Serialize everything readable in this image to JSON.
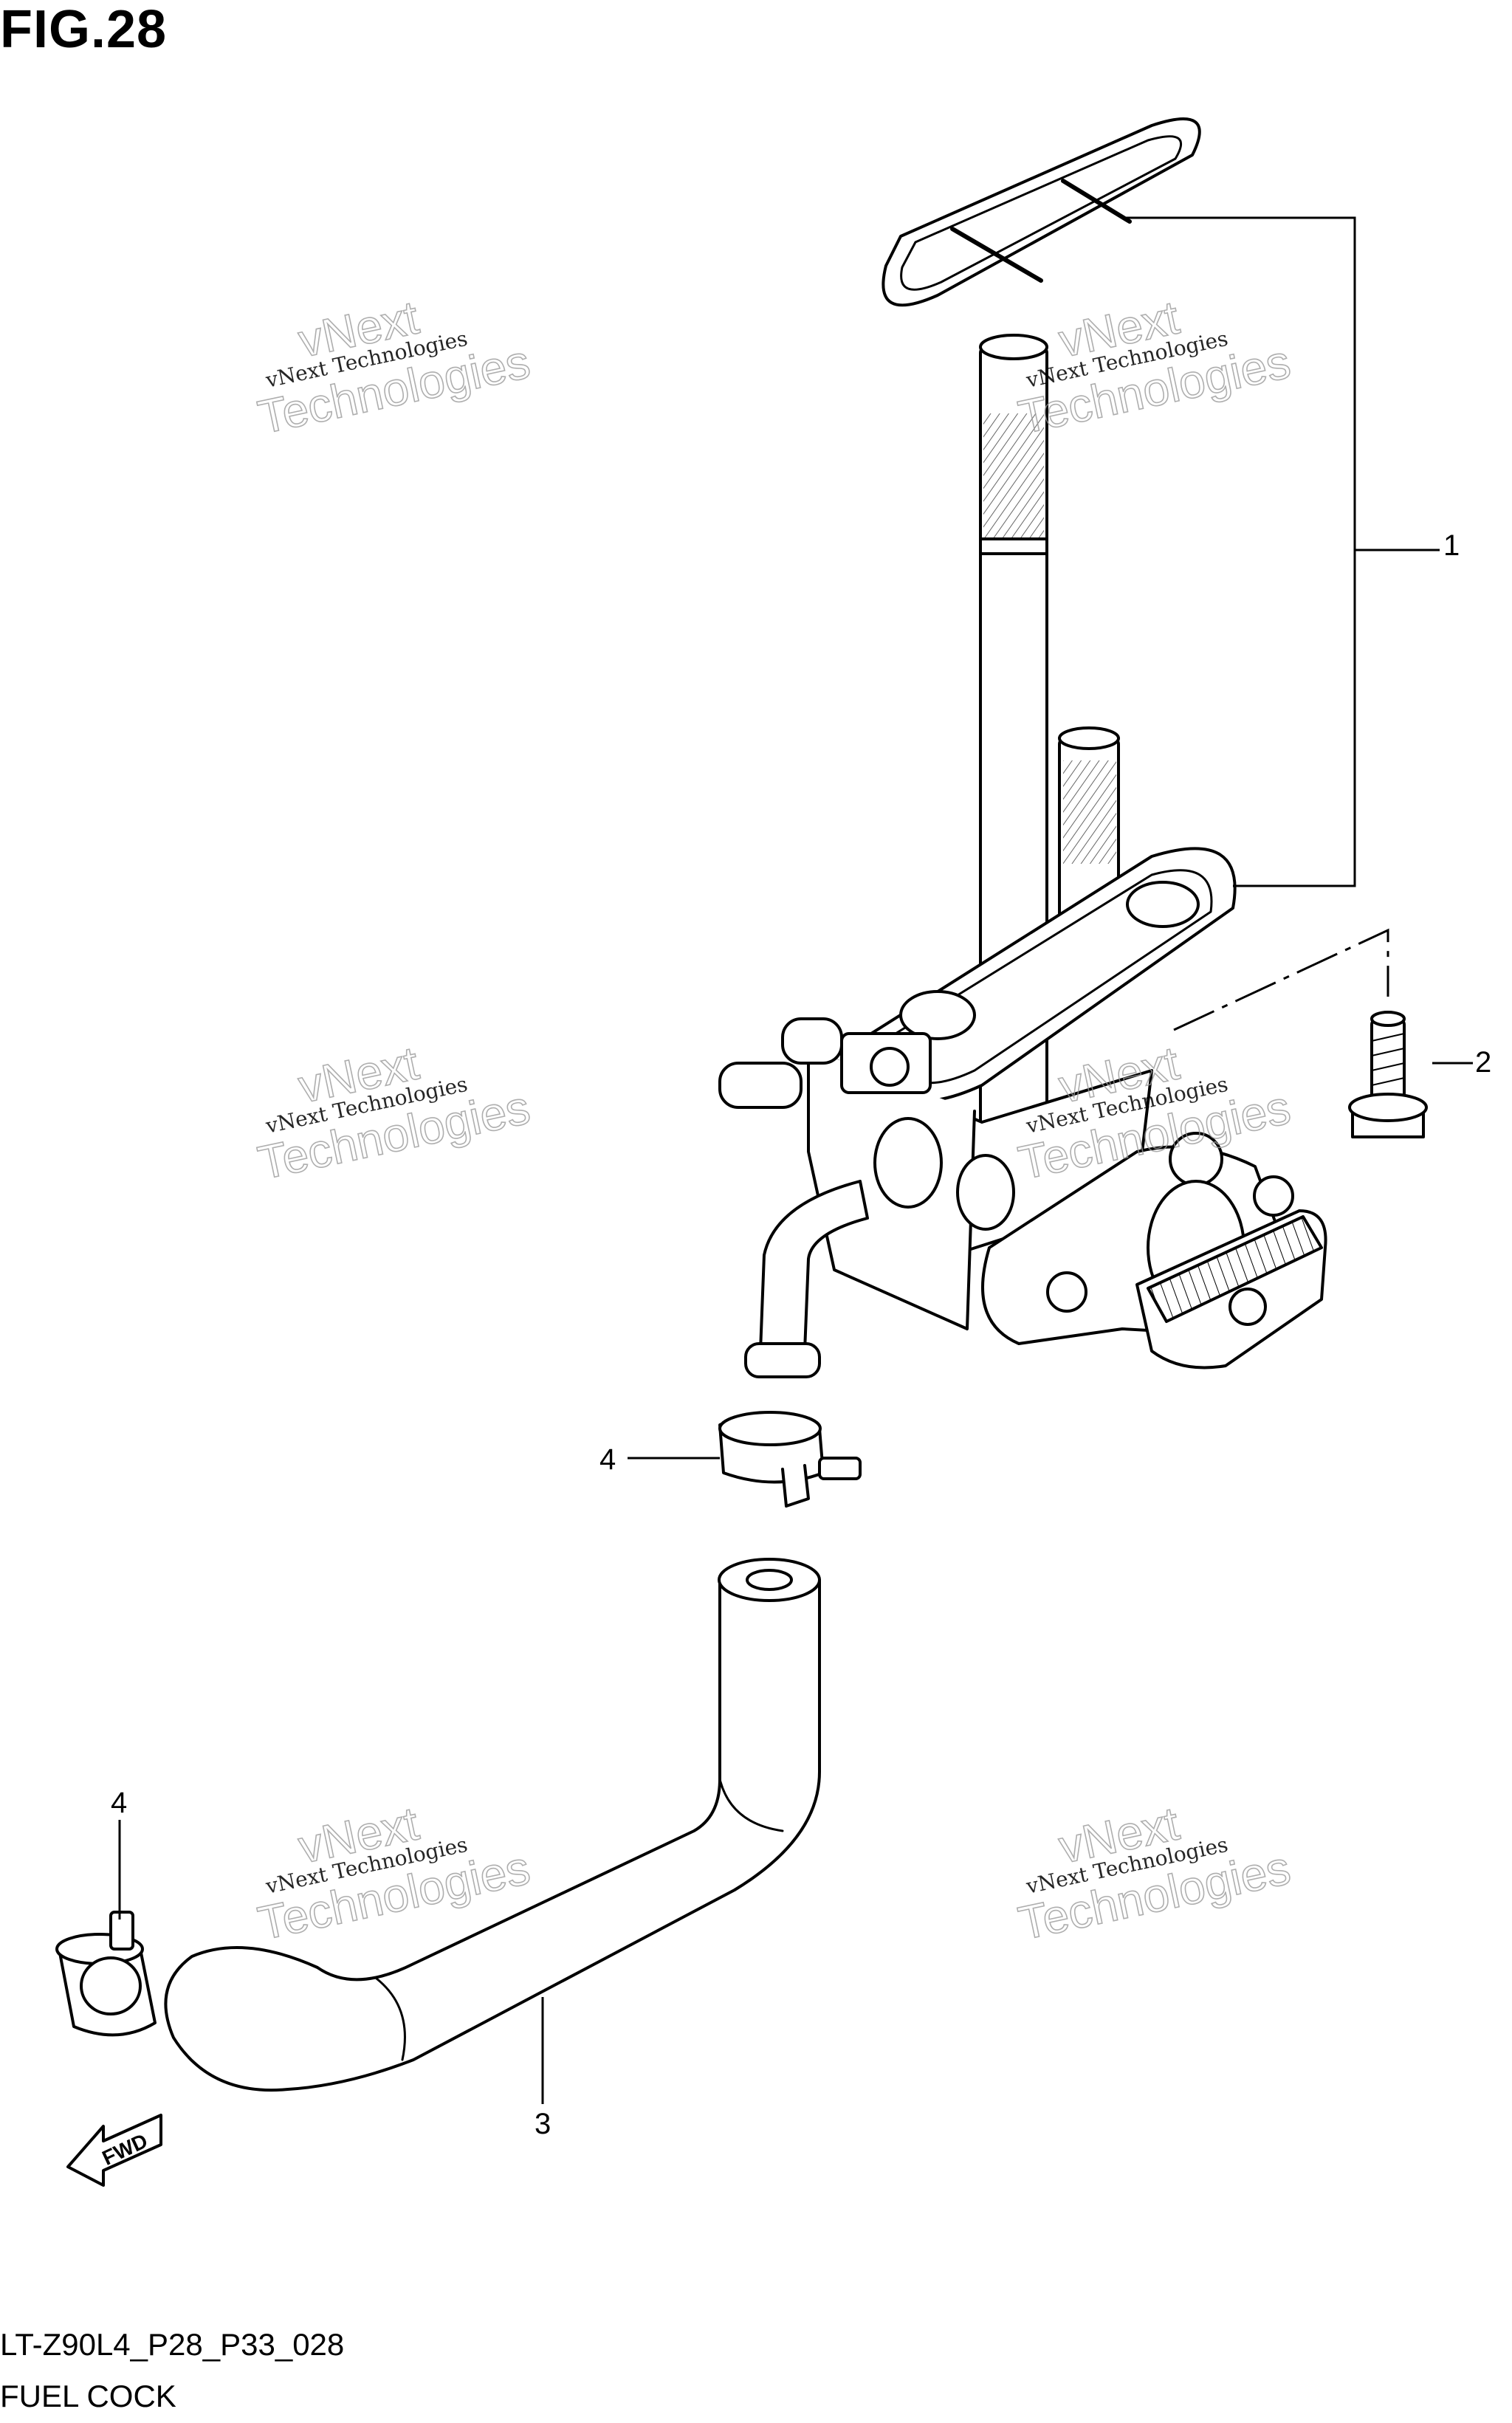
{
  "figure": {
    "title": "FIG.28",
    "code": "LT-Z90L4_P28_P33_028",
    "name": "FUEL COCK"
  },
  "callouts": [
    {
      "id": "1",
      "label": "1"
    },
    {
      "id": "2",
      "label": "2"
    },
    {
      "id": "3",
      "label": "3"
    },
    {
      "id": "4a",
      "label": "4"
    },
    {
      "id": "4b",
      "label": "4"
    }
  ],
  "fwd_label": "FWD",
  "watermark": {
    "line1": "vNext",
    "line2": "vNext Technologies",
    "line3": "Technologies"
  }
}
